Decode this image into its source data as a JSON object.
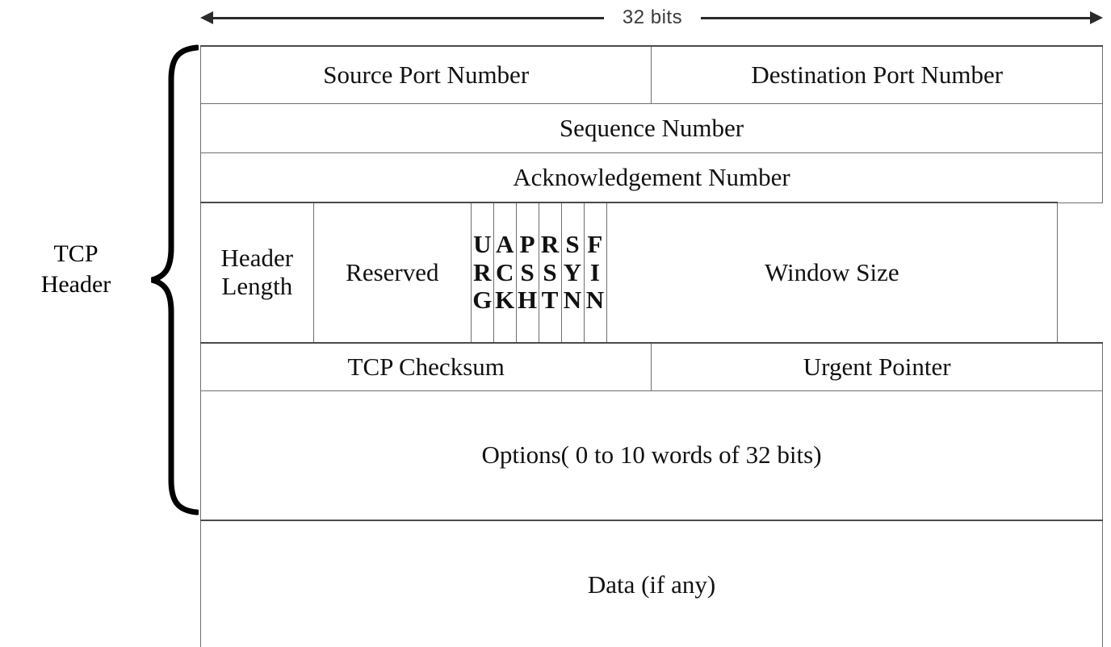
{
  "diagram": {
    "title": "TCP Header",
    "width_annotation": {
      "label": "32 bits",
      "arrow_left": "left-arrow",
      "arrow_right": "right-arrow"
    },
    "brace_label_line1": "TCP",
    "brace_label_line2": "Header",
    "rows": [
      {
        "name": "ports",
        "cells": [
          {
            "label": "Source Port Number"
          },
          {
            "label": "Destination Port Number"
          }
        ]
      },
      {
        "name": "sequence",
        "cells": [
          {
            "label": "Sequence Number"
          }
        ]
      },
      {
        "name": "acknowledgement",
        "cells": [
          {
            "label": "Acknowledgement Number"
          }
        ]
      },
      {
        "name": "flags",
        "cells": [
          {
            "label_line1": "Header",
            "label_line2": "Length"
          },
          {
            "label": "Reserved"
          },
          {
            "flag": "URG",
            "letters": [
              "U",
              "R",
              "G"
            ]
          },
          {
            "flag": "ACK",
            "letters": [
              "A",
              "C",
              "K"
            ]
          },
          {
            "flag": "PSH",
            "letters": [
              "P",
              "S",
              "H"
            ]
          },
          {
            "flag": "RST",
            "letters": [
              "R",
              "S",
              "T"
            ]
          },
          {
            "flag": "SYN",
            "letters": [
              "S",
              "Y",
              "N"
            ]
          },
          {
            "flag": "FIN",
            "letters": [
              "F",
              "I",
              "N"
            ]
          },
          {
            "label": "Window Size"
          }
        ]
      },
      {
        "name": "checksum",
        "cells": [
          {
            "label": "TCP Checksum"
          },
          {
            "label": "Urgent Pointer"
          }
        ]
      },
      {
        "name": "options",
        "cells": [
          {
            "label": "Options( 0  to 10 words of 32 bits)"
          }
        ]
      },
      {
        "name": "data",
        "cells": [
          {
            "label": "Data (if any)"
          }
        ]
      }
    ]
  },
  "colors": {
    "background": "#ffffff",
    "line": "#6f6f6f",
    "outer_line": "#4a4a4a",
    "text": "#111111",
    "arrow": "#2b2b2b",
    "label_gray": "#3a3a3a"
  }
}
